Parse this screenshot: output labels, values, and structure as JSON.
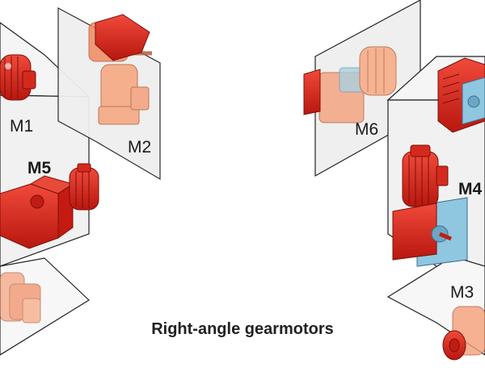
{
  "caption": "Right-angle gearmotors",
  "positions": {
    "m1": "M1",
    "m2": "M2",
    "m3": "M3",
    "m4": "M4",
    "m5": "M5",
    "m6": "M6"
  },
  "colors": {
    "motor_red": "#e3241b",
    "motor_red_dark": "#a81410",
    "ghost_orange": "#f5a07a",
    "flange_blue": "#8fc6e0",
    "panel_fill": "#f2f2f2",
    "edge": "#1a1a1a"
  }
}
